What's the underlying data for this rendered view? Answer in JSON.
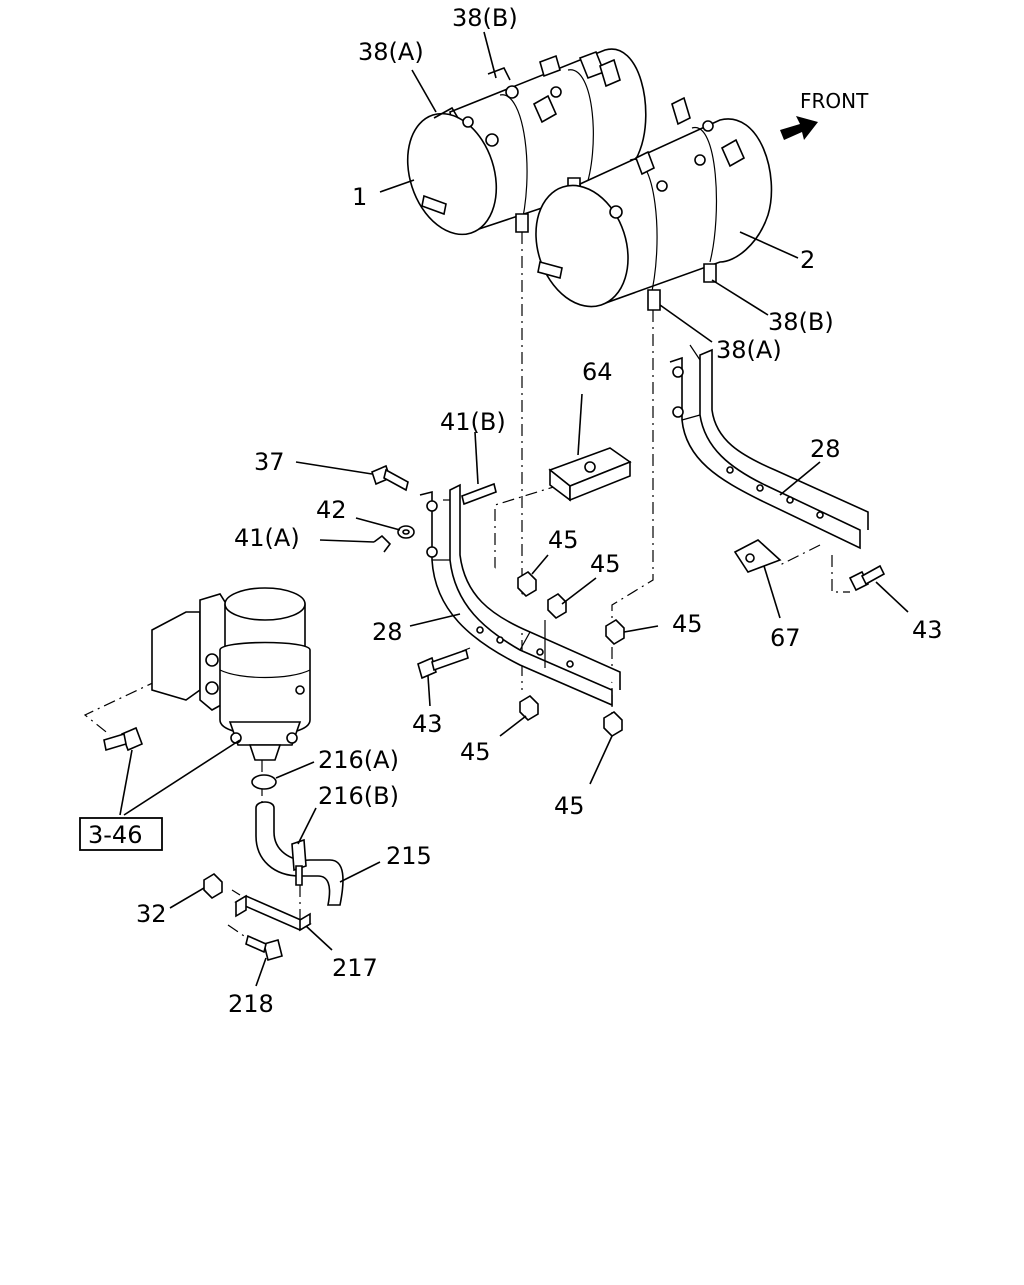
{
  "direction_label": "FRONT",
  "callouts": {
    "c1": "1",
    "c2": "2",
    "c38b_top": "38(B)",
    "c38a_top": "38(A)",
    "c38b_right": "38(B)",
    "c38a_right": "38(A)",
    "c64": "64",
    "c41b": "41(B)",
    "c37": "37",
    "c42": "42",
    "c41a": "41(A)",
    "c28_left": "28",
    "c28_right": "28",
    "c45_a": "45",
    "c45_b": "45",
    "c45_c": "45",
    "c45_d": "45",
    "c45_e": "45",
    "c43_left": "43",
    "c43_right": "43",
    "c67": "67",
    "c216a": "216(A)",
    "c216b": "216(B)",
    "c215": "215",
    "c32": "32",
    "c217": "217",
    "c218": "218"
  },
  "reference_box": "3-46"
}
